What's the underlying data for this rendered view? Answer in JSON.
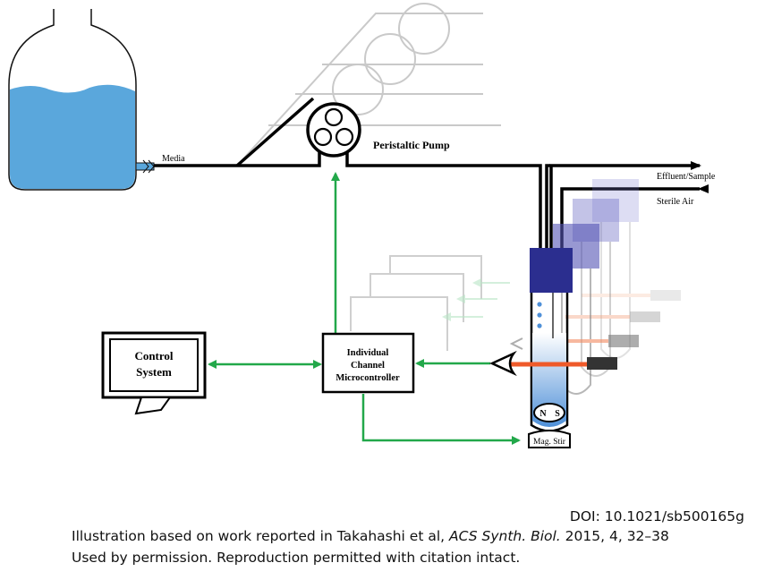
{
  "labels": {
    "media": "Media",
    "pump": "Peristaltic Pump",
    "effluent": "Effluent/Sample",
    "sterile_air": "Sterile Air",
    "control_line1": "Control",
    "control_line2": "System",
    "micro_line1": "Individual",
    "micro_line2": "Channel",
    "micro_line3": "Microcontroller",
    "stir_n": "N",
    "stir_s": "S",
    "mag_stir": "Mag. Stir"
  },
  "credits": {
    "doi": "DOI: 10.1021/sb500165g",
    "line1_prefix": "Illustration based on work reported in Takahashi et al,",
    "journal": "ACS Synth. Biol.",
    "line1_suffix": "2015, 4, 32–38",
    "line2": "Used by permission. Reproduction permitted with citation intact."
  },
  "colors": {
    "media": "#5aa7dc",
    "signal": "#22a84a",
    "laser": "#ef5a2a",
    "cap": "#2b2e8f"
  }
}
